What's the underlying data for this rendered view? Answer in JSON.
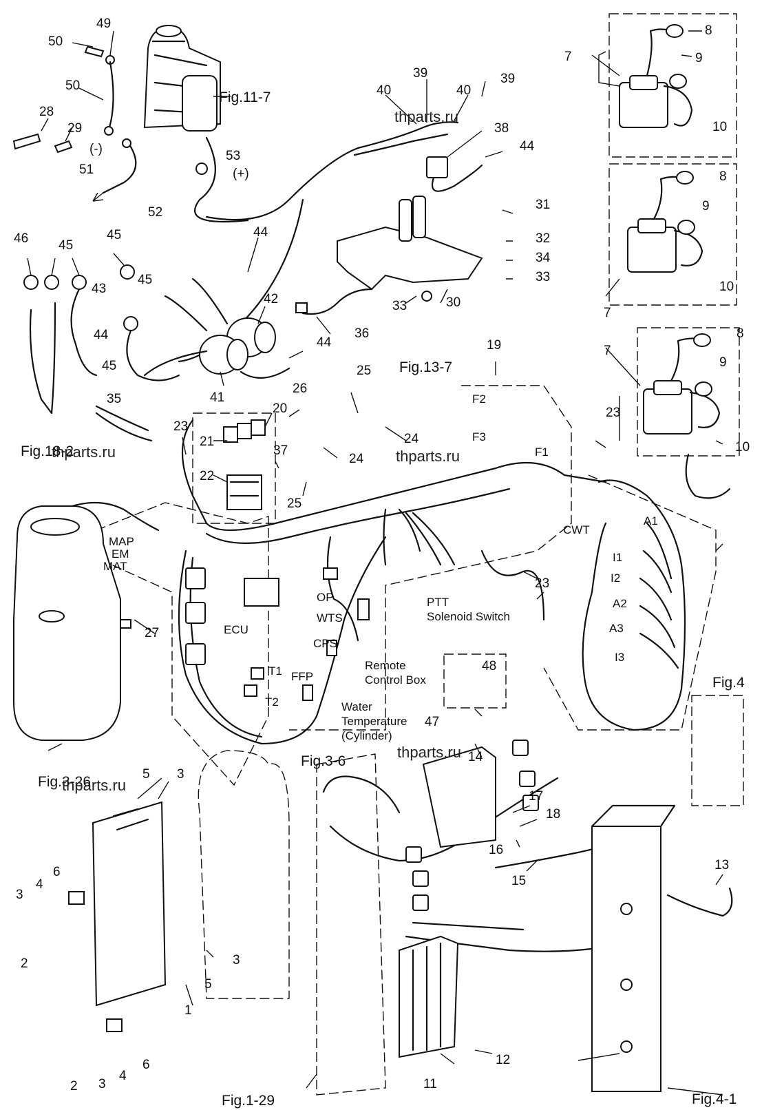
{
  "callouts": [
    "50",
    "49",
    "50",
    "28",
    "29",
    "(-)",
    "51",
    "52",
    "53",
    "(+)",
    "40",
    "39",
    "40",
    "39",
    "38",
    "44",
    "31",
    "32",
    "34",
    "33",
    "33",
    "30",
    "36",
    "8",
    "9",
    "7",
    "10",
    "8",
    "9",
    "10",
    "7",
    "7",
    "8",
    "9",
    "10",
    "23",
    "46",
    "45",
    "45",
    "44",
    "45",
    "43",
    "44",
    "45",
    "35",
    "42",
    "41",
    "44",
    "26",
    "25",
    "24",
    "24",
    "20",
    "21",
    "22",
    "37",
    "25",
    "23",
    "19",
    "23",
    "48",
    "47",
    "27",
    "14",
    "17",
    "18",
    "16",
    "15",
    "13",
    "5",
    "3",
    "6",
    "4",
    "3",
    "2",
    "5",
    "3",
    "1",
    "2",
    "3",
    "4",
    "6",
    "11",
    "12"
  ],
  "figure_refs": [
    "Fig.11-7",
    "Fig.18-2",
    "Fig.13-7",
    "Fig.3-6",
    "Fig.4",
    "Fig.1-29",
    "Fig.4-1",
    "Fig.3-26"
  ],
  "connector_labels": [
    "MAP",
    "EM",
    "MAT",
    "F2",
    "F3",
    "F1",
    "CWT",
    "A1",
    "I1",
    "I2",
    "A2",
    "A3",
    "I3",
    "OP",
    "WTS",
    "CPS",
    "FFP",
    "T1",
    "T2",
    "ECU"
  ],
  "annotations": {
    "ptt": "PTT\nSolenoid Switch",
    "remote": "Remote\nControl Box",
    "water": "Water\nTemperature\n(Cylinder)"
  },
  "watermark": "thparts.ru"
}
